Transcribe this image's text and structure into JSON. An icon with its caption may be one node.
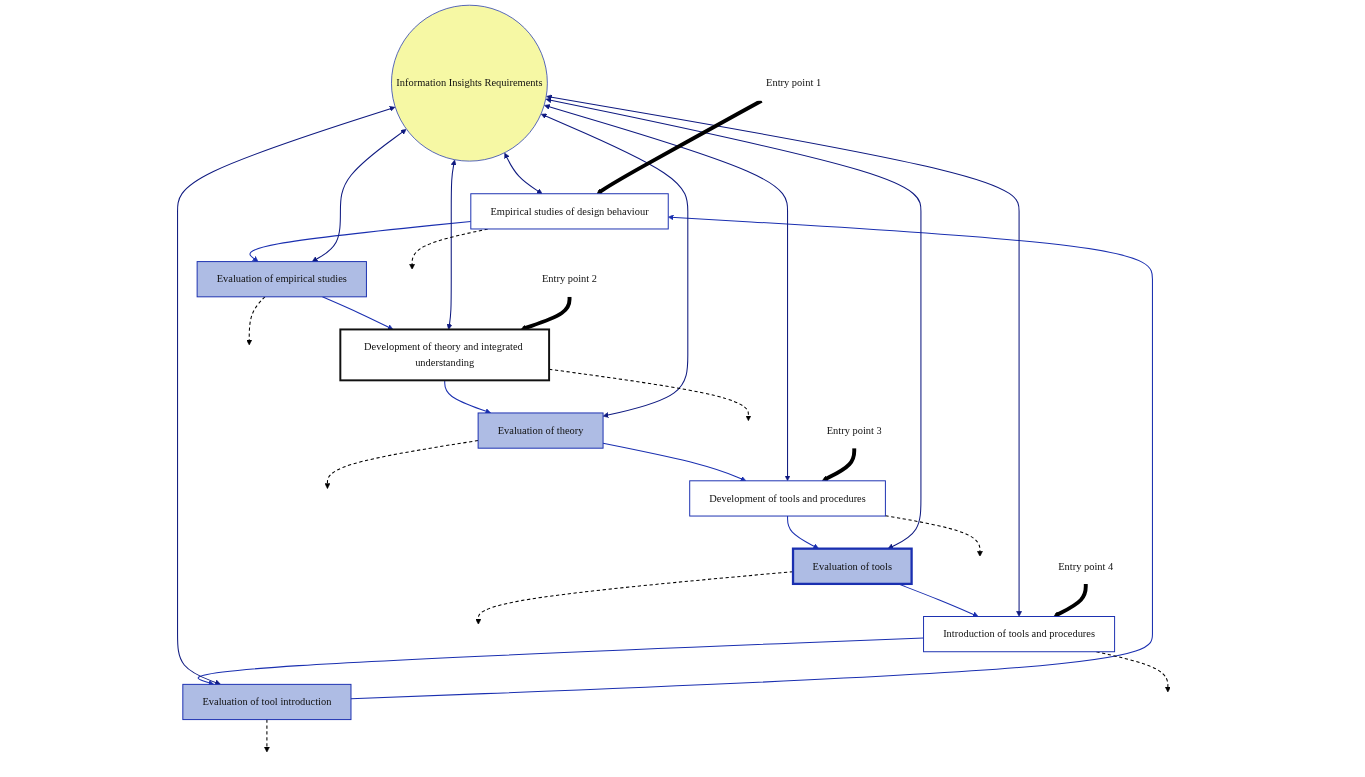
{
  "diagram": {
    "nodes": [
      {
        "text": [
          "Empirical studies of design behaviour"
        ]
      },
      {
        "text": [
          "Evaluation of empirical studies"
        ]
      },
      {
        "text": [
          "Development of theory and integrated understanding"
        ]
      },
      {
        "text": [
          "Evaluation of theory"
        ]
      },
      {
        "text": [
          "Development of tools and procedures"
        ]
      },
      {
        "text": [
          "Evaluation of tools"
        ]
      },
      {
        "text": [
          "Introduction of tools and procedures"
        ]
      },
      {
        "text": [
          "Evaluation of tool introduction"
        ]
      },
      {
        "text": [
          "Information Insights Requirements"
        ]
      },
      {
        "text": [
          "Entry point 1"
        ]
      },
      {
        "text": [
          "Entry point 2"
        ]
      },
      {
        "text": [
          "Entry point 3"
        ]
      },
      {
        "text": [
          "Entry point 4"
        ]
      }
    ],
    "edges": [
      {
        "from": 0,
        "to": 1,
        "arrow": "to",
        "color": "#1a2fb0"
      },
      {
        "from": 1,
        "to": 2,
        "arrow": "to",
        "color": "#1a2fb0"
      },
      {
        "from": 2,
        "to": 3,
        "arrow": "to",
        "color": "#1a2fb0"
      },
      {
        "from": 3,
        "to": 4,
        "arrow": "to",
        "color": "#1a2fb0"
      },
      {
        "from": 4,
        "to": 5,
        "arrow": "to",
        "color": "#1a2fb0"
      },
      {
        "from": 5,
        "to": 6,
        "arrow": "to",
        "color": "#1a2fb0"
      },
      {
        "from": 6,
        "to": 7,
        "arrow": "to",
        "color": "#1a2fb0"
      },
      {
        "from": 7,
        "to": 0,
        "arrow": "to",
        "color": "#1a2fb0"
      },
      {
        "from": 8,
        "to": 0,
        "arrow": "both",
        "color": "#0f1a80"
      },
      {
        "from": 8,
        "to": 1,
        "arrow": "both",
        "color": "#0f1a80"
      },
      {
        "from": 8,
        "to": 2,
        "arrow": "both",
        "color": "#0f1a80"
      },
      {
        "from": 8,
        "to": 3,
        "arrow": "both",
        "color": "#0f1a80"
      },
      {
        "from": 8,
        "to": 4,
        "arrow": "both",
        "color": "#0f1a80"
      },
      {
        "from": 8,
        "to": 5,
        "arrow": "both",
        "color": "#0f1a80"
      },
      {
        "from": 8,
        "to": 6,
        "arrow": "both",
        "color": "#0f1a80"
      },
      {
        "from": 8,
        "to": 7,
        "arrow": "both",
        "color": "#0f1a80"
      },
      {
        "from": 9,
        "to": 0,
        "arrow": "to",
        "style": "thick"
      },
      {
        "from": 10,
        "to": 2,
        "arrow": "to",
        "style": "thick"
      },
      {
        "from": 11,
        "to": 4,
        "arrow": "to",
        "style": "thick"
      },
      {
        "from": 12,
        "to": 6,
        "arrow": "to",
        "style": "thick"
      },
      {
        "from": 0,
        "to": null,
        "arrow": "to",
        "style": "dashed"
      },
      {
        "from": 1,
        "to": null,
        "arrow": "to",
        "style": "dashed"
      },
      {
        "from": 2,
        "to": null,
        "arrow": "to",
        "style": "dashed"
      },
      {
        "from": 3,
        "to": null,
        "arrow": "to",
        "style": "dashed"
      },
      {
        "from": 4,
        "to": null,
        "arrow": "to",
        "style": "dashed"
      },
      {
        "from": 5,
        "to": null,
        "arrow": "to",
        "style": "dashed"
      },
      {
        "from": 6,
        "to": null,
        "arrow": "to",
        "style": "dashed"
      },
      {
        "from": 7,
        "to": null,
        "arrow": "to",
        "style": "dashed"
      }
    ]
  }
}
